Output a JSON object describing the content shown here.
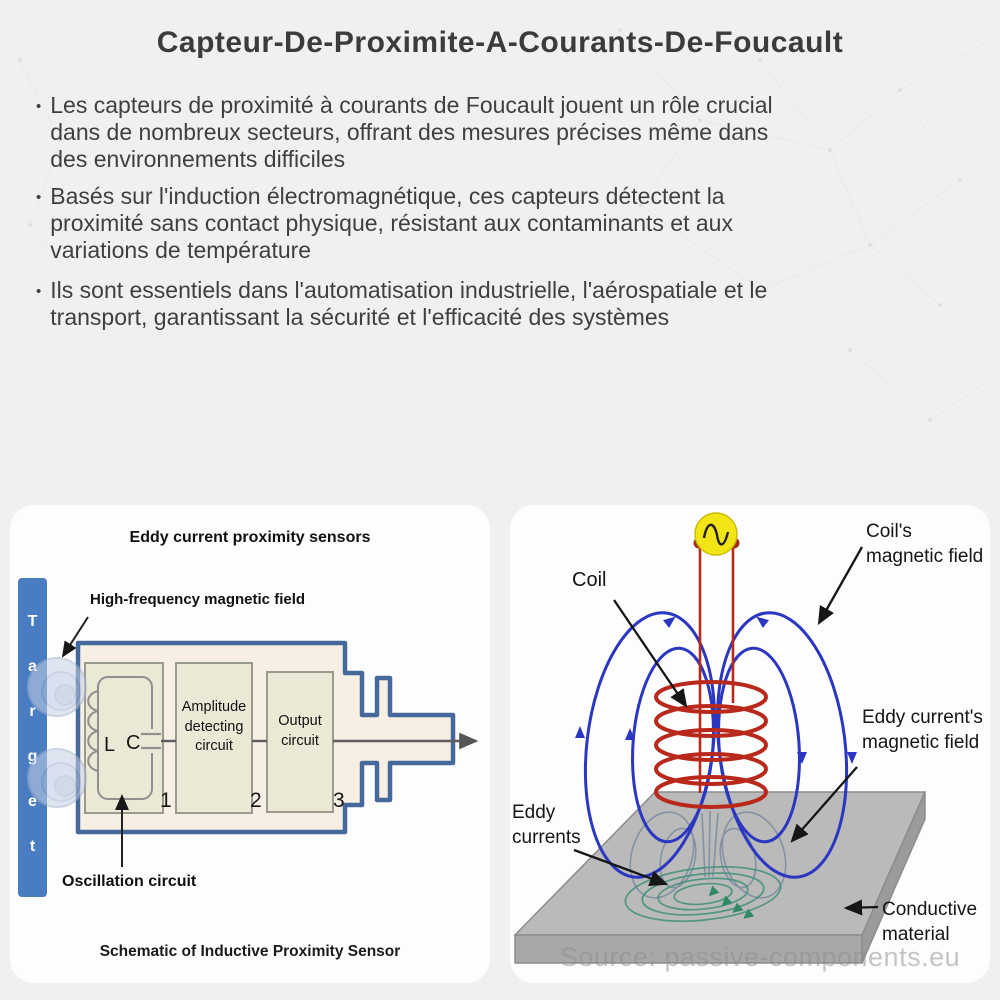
{
  "title": "Capteur-De-Proximite-A-Courants-De-Foucault",
  "bullet_char": "•",
  "bullets": [
    {
      "lines": [
        "Les capteurs de proximité à courants de Foucault jouent un rôle crucial",
        "dans de nombreux secteurs, offrant des mesures précises même dans",
        "des environnements difficiles"
      ]
    },
    {
      "lines": [
        "Basés sur l'induction électromagnétique, ces capteurs détectent la",
        "proximité sans contact physique, résistant aux contaminants et aux",
        "variations de température"
      ]
    },
    {
      "lines": [
        "Ils sont essentiels dans l'automatisation industrielle, l'aérospatiale et le",
        "transport, garantissant la sécurité et l'efficacité des systèmes"
      ]
    }
  ],
  "left_panel": {
    "title": "Eddy current proximity sensors",
    "label_high_freq": "High-frequency magnetic field",
    "target_letters": [
      "T",
      "a",
      "r",
      "g",
      "e",
      "t"
    ],
    "box1": {
      "l": "L",
      "c": "C",
      "num": "1"
    },
    "box2": {
      "text": "Amplitude detecting circuit",
      "num": "2"
    },
    "box3": {
      "text": "Output circuit",
      "num": "3"
    },
    "label_oscillation": "Oscillation circuit",
    "caption": "Schematic of Inductive Proximity Sensor"
  },
  "right_panel": {
    "label_coil": "Coil",
    "label_coil_field": "Coil's magnetic field",
    "label_eddy_field": "Eddy current's magnetic field",
    "label_eddy_currents": "Eddy currents",
    "label_conductive": "Conductive material",
    "watermark": "Source: passive-components.eu"
  },
  "colors": {
    "background": "#f1f0ef",
    "text": "#3f3f3f",
    "target_blue": "#4a7cc2",
    "sensor_outline": "#46699c",
    "sensor_fill": "#f7efe4",
    "inner_box_fill": "#ebe9d6",
    "coil_red": "#b8291c",
    "field_blue": "#2b36c1",
    "eddy_green": "#3f9077",
    "source_yellow": "#f3e515",
    "plate_gray": "#bababa"
  }
}
